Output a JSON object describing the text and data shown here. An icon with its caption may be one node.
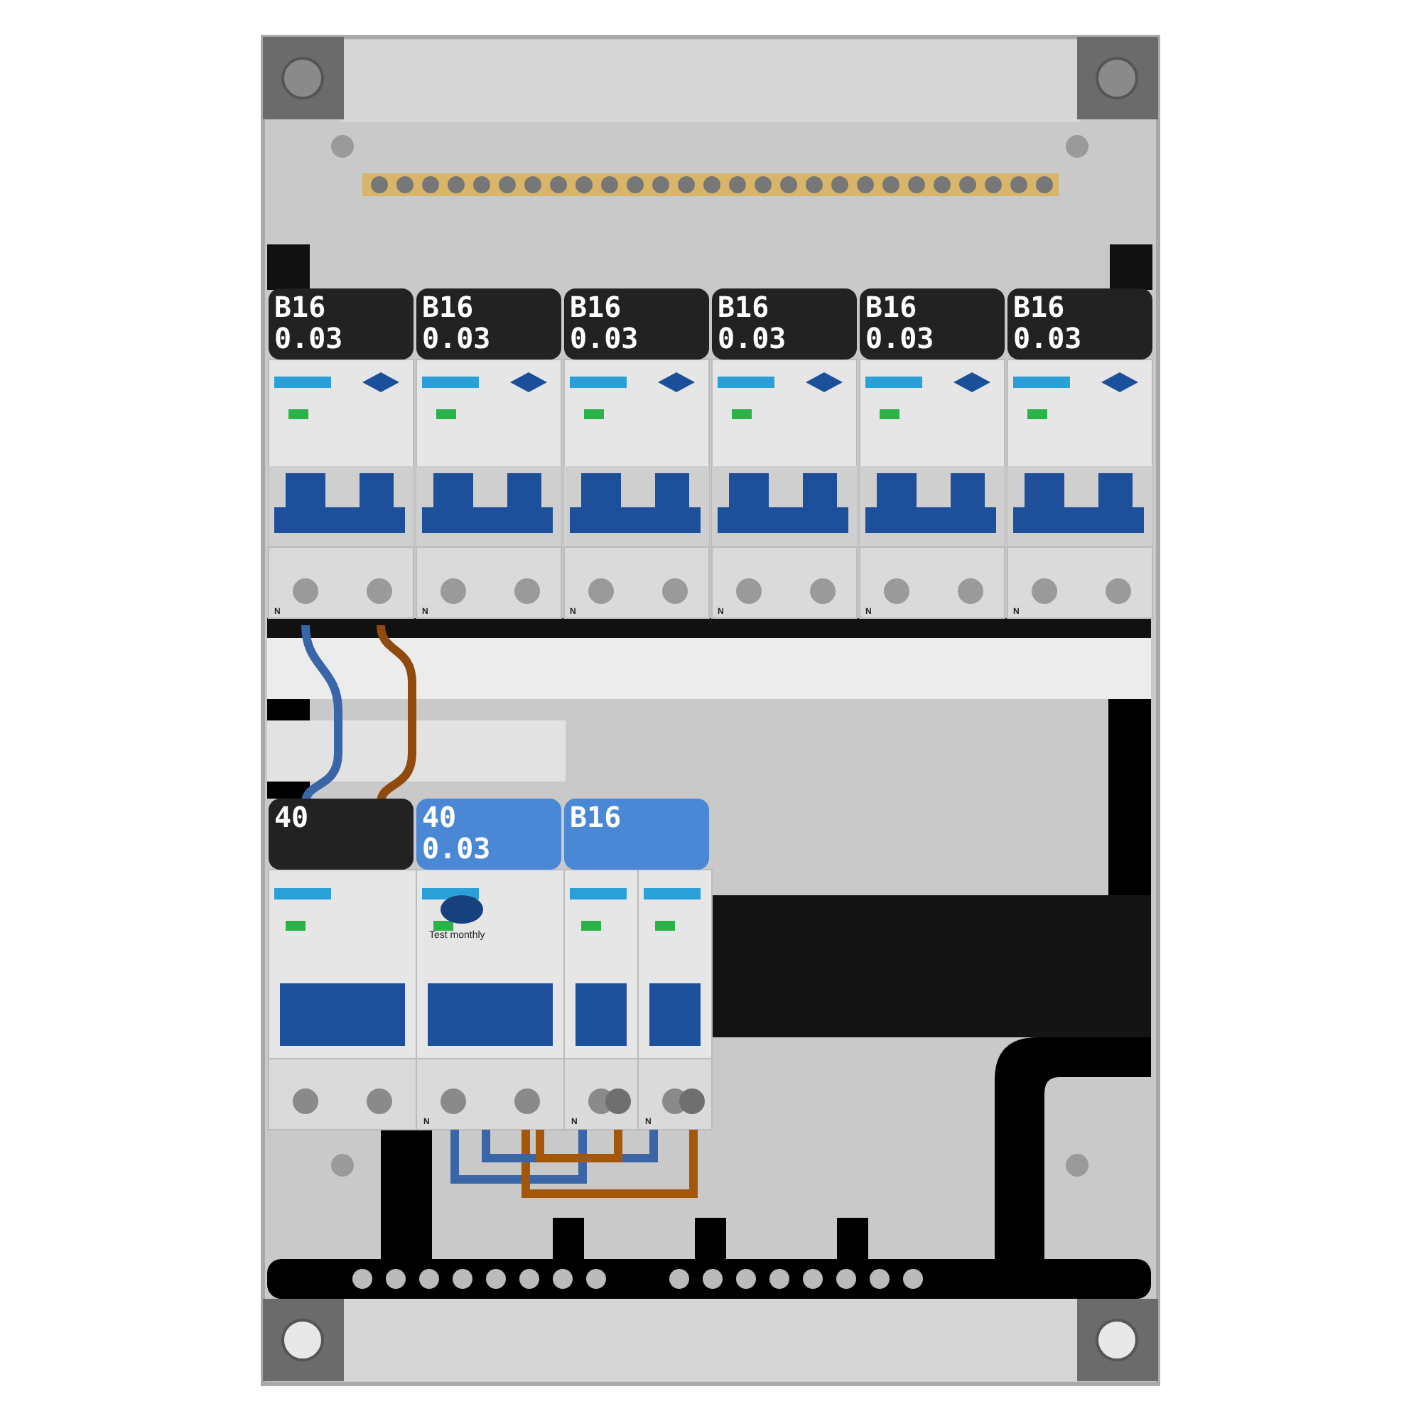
{
  "diagram": {
    "labels": [
      "B16 0.03",
      "B16 0.03",
      "B16 0.03",
      "B16 0.03",
      "B16 0.03",
      "B16 0.03",
      "N",
      "N",
      "N",
      "N",
      "N",
      "N",
      "40",
      "40 0.03",
      "B16",
      "Test monthly",
      "N",
      "N",
      "N"
    ]
  }
}
